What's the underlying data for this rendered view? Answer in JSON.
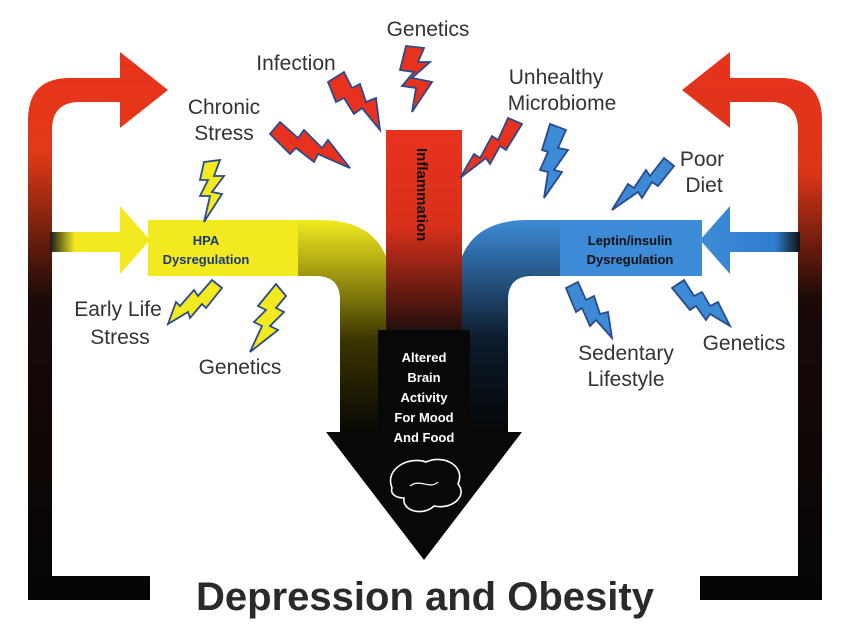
{
  "title": "Depression and Obesity",
  "center": {
    "vertical_label": "Inflammation",
    "arrow_lines": [
      "Altered",
      "Brain",
      "Activity",
      "For Mood",
      "And Food"
    ]
  },
  "left_box": {
    "lines": [
      "HPA",
      "Dysregulation"
    ]
  },
  "right_box": {
    "lines": [
      "Leptin/insulin",
      "Dysregulation"
    ]
  },
  "labels": {
    "genetics_top": "Genetics",
    "infection": "Infection",
    "chronic_stress": [
      "Chronic",
      "Stress"
    ],
    "unhealthy_microbiome": [
      "Unhealthy",
      "Microbiome"
    ],
    "poor_diet": [
      "Poor",
      "Diet"
    ],
    "early_life_stress": [
      "Early Life",
      "Stress"
    ],
    "genetics_left": "Genetics",
    "sedentary_lifestyle": [
      "Sedentary",
      "Lifestyle"
    ],
    "genetics_right": "Genetics"
  },
  "icons": {
    "bolt": "lightning-bolt-icon",
    "brain": "brain-icon"
  },
  "colors": {
    "red": "#e8321e",
    "orange": "#f05a1a",
    "yellow": "#f2ea1f",
    "blue": "#2f7fd0",
    "black": "#0a0a0a",
    "bolt_outline": "#2b4a8a"
  }
}
